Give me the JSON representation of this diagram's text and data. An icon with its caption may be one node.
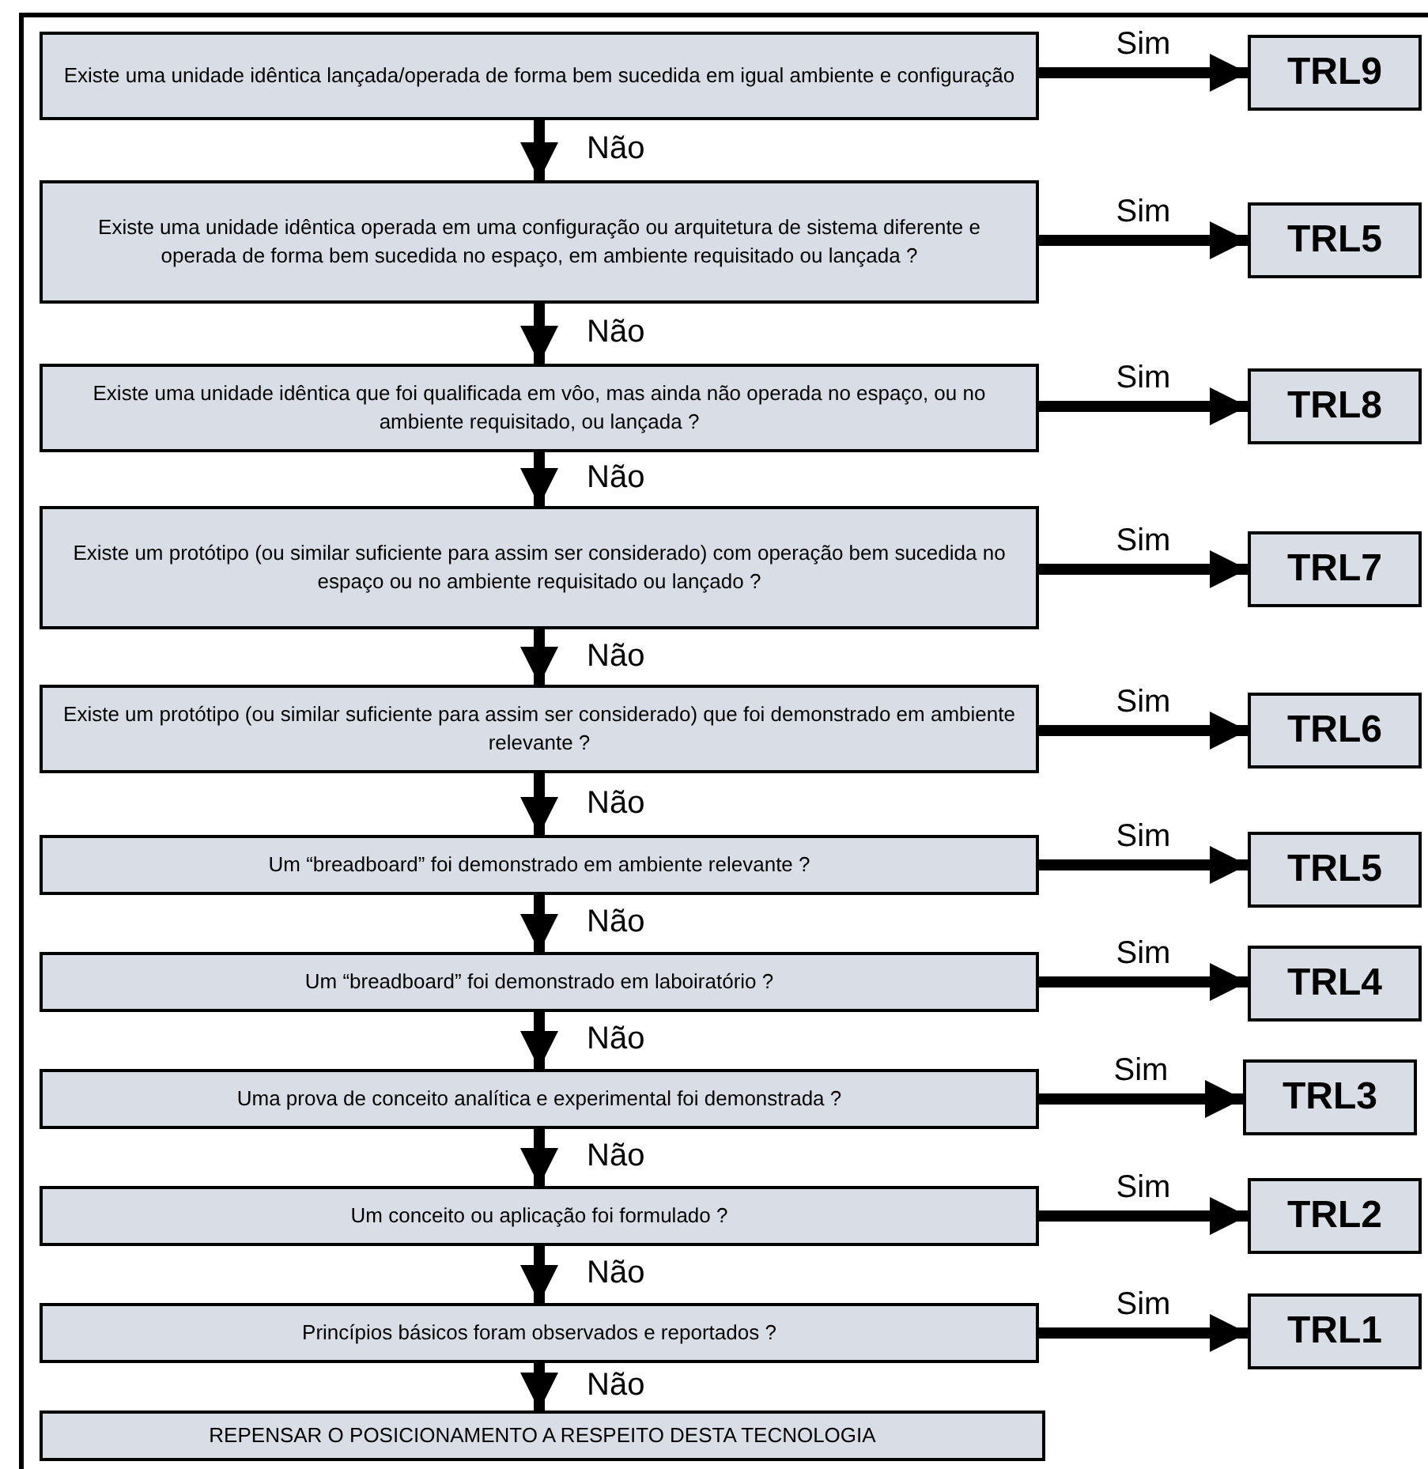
{
  "diagram": {
    "nodes": [
      {
        "text": [
          "Existe uma unidade  idêntica lançada/operada de forma bem sucedida em igual ambiente e configuração"
        ]
      },
      {
        "text": [
          "TRL9"
        ]
      },
      {
        "text": [
          "Existe uma unidade idêntica operada em uma configuração ou arquitetura de sistema diferente e operada de forma bem sucedida no espaço, em ambiente requisitado ou lançada ?"
        ]
      },
      {
        "text": [
          "TRL5"
        ]
      },
      {
        "text": [
          "Existe uma unidade idêntica que foi qualificada em vôo, mas ainda não operada no espaço, ou no ambiente requisitado, ou lançada ?"
        ]
      },
      {
        "text": [
          "TRL8"
        ]
      },
      {
        "text": [
          "Existe um protótipo (ou similar suficiente para assim ser considerado) com operação bem sucedida no espaço ou no ambiente requisitado ou lançado ?"
        ]
      },
      {
        "text": [
          "TRL7"
        ]
      },
      {
        "text": [
          "Existe um protótipo (ou similar suficiente para assim ser considerado) que foi demonstrado em ambiente relevante ?"
        ]
      },
      {
        "text": [
          "TRL6"
        ]
      },
      {
        "text": [
          "Um “breadboard” foi demonstrado em ambiente relevante ?"
        ]
      },
      {
        "text": [
          "TRL5"
        ]
      },
      {
        "text": [
          "Um “breadboard” foi demonstrado em laboiratório ?"
        ]
      },
      {
        "text": [
          "TRL4"
        ]
      },
      {
        "text": [
          "Uma prova de conceito analítica e experimental foi demonstrada ?"
        ]
      },
      {
        "text": [
          "TRL3"
        ]
      },
      {
        "text": [
          "Um conceito ou aplicação foi formulado ?"
        ]
      },
      {
        "text": [
          "TRL2"
        ]
      },
      {
        "text": [
          "Princípios básicos foram observados e reportados ?"
        ]
      },
      {
        "text": [
          "TRL1"
        ]
      },
      {
        "text": [
          "REPENSAR O POSICIONAMENTO A RESPEITO DESTA TECNOLOGIA"
        ]
      }
    ],
    "edges": [
      {
        "from": 0,
        "to": 1,
        "arrow": "to",
        "label": "Sim"
      },
      {
        "from": 0,
        "to": 2,
        "arrow": "to",
        "label": "Não"
      },
      {
        "from": 2,
        "to": 3,
        "arrow": "to",
        "label": "Sim"
      },
      {
        "from": 2,
        "to": 4,
        "arrow": "to",
        "label": "Não"
      },
      {
        "from": 4,
        "to": 5,
        "arrow": "to",
        "label": "Sim"
      },
      {
        "from": 4,
        "to": 6,
        "arrow": "to",
        "label": "Não"
      },
      {
        "from": 6,
        "to": 7,
        "arrow": "to",
        "label": "Sim"
      },
      {
        "from": 6,
        "to": 8,
        "arrow": "to",
        "label": "Não"
      },
      {
        "from": 8,
        "to": 9,
        "arrow": "to",
        "label": "Sim"
      },
      {
        "from": 8,
        "to": 10,
        "arrow": "to",
        "label": "Não"
      },
      {
        "from": 10,
        "to": 11,
        "arrow": "to",
        "label": "Sim"
      },
      {
        "from": 10,
        "to": 12,
        "arrow": "to",
        "label": "Não"
      },
      {
        "from": 12,
        "to": 13,
        "arrow": "to",
        "label": "Sim"
      },
      {
        "from": 12,
        "to": 14,
        "arrow": "to",
        "label": "Não"
      },
      {
        "from": 14,
        "to": 15,
        "arrow": "to",
        "label": "Sim"
      },
      {
        "from": 14,
        "to": 16,
        "arrow": "to",
        "label": "Não"
      },
      {
        "from": 16,
        "to": 17,
        "arrow": "to",
        "label": "Sim"
      },
      {
        "from": 16,
        "to": 18,
        "arrow": "to",
        "label": "Não"
      },
      {
        "from": 18,
        "to": 19,
        "arrow": "to",
        "label": "Sim"
      },
      {
        "from": 18,
        "to": 20,
        "arrow": "to",
        "label": "Não"
      }
    ]
  }
}
